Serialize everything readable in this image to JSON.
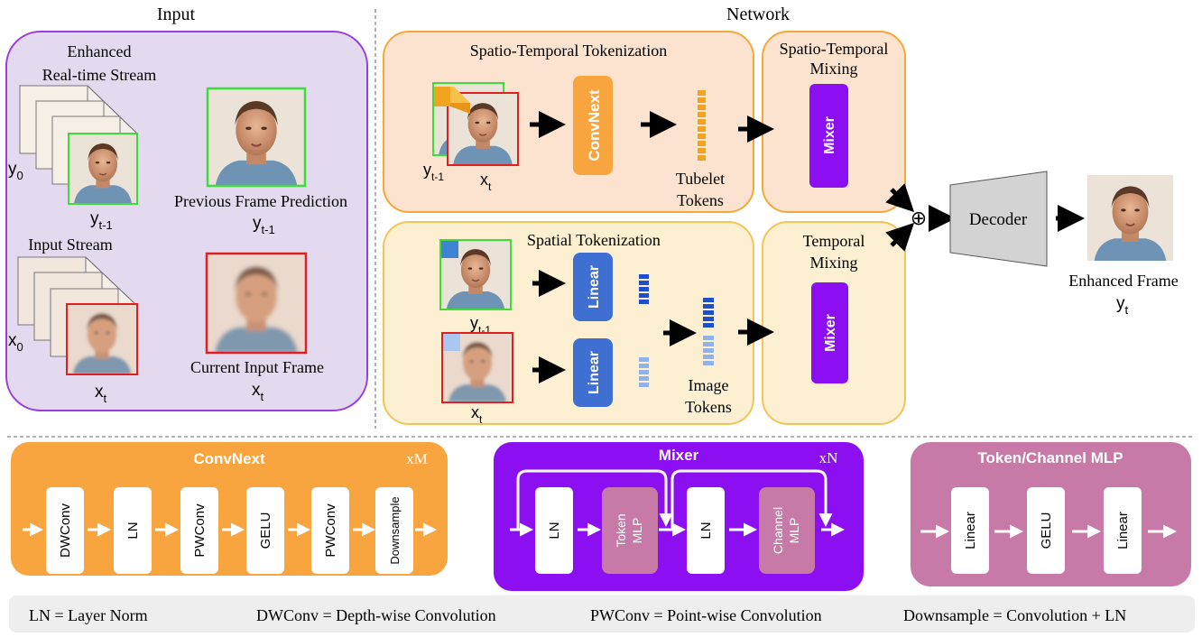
{
  "input": {
    "title": "Input",
    "enhanced_stream": {
      "line1": "Enhanced",
      "line2": "Real-time Stream",
      "start": "y",
      "start_sub": "0",
      "end": "y",
      "end_sub": "t-1"
    },
    "prev_pred": {
      "label": "Previous Frame Prediction",
      "sym": "y",
      "sub": "t-1"
    },
    "input_stream": {
      "label": "Input Stream",
      "start": "x",
      "start_sub": "0",
      "end": "x",
      "end_sub": "t"
    },
    "current": {
      "label": "Current Input Frame",
      "sym": "x",
      "sub": "t"
    }
  },
  "network": {
    "title": "Network",
    "st_token": {
      "title": "Spatio-Temporal Tokenization",
      "module": "ConvNext",
      "y": "y",
      "y_sub": "t-1",
      "x": "x",
      "x_sub": "t",
      "tokens1": "Tubelet",
      "tokens2": "Tokens"
    },
    "s_token": {
      "title": "Spatial Tokenization",
      "module1": "Linear",
      "module2": "Linear",
      "y": "y",
      "y_sub": "t-1",
      "x": "x",
      "x_sub": "t",
      "tokens1": "Image",
      "tokens2": "Tokens"
    },
    "st_mix": {
      "line1": "Spatio-Temporal",
      "line2": "Mixing",
      "module": "Mixer"
    },
    "t_mix": {
      "line1": "Temporal",
      "line2": "Mixing",
      "module": "Mixer"
    },
    "plus": "⊕",
    "decoder": "Decoder",
    "output": {
      "label": "Enhanced Frame",
      "sym": "y",
      "sub": "t"
    }
  },
  "convnext": {
    "title": "ConvNext",
    "repeat": "xM",
    "blocks": [
      "DWConv",
      "LN",
      "PWConv",
      "GELU",
      "PWConv",
      "Downsample"
    ]
  },
  "mixer": {
    "title": "Mixer",
    "repeat": "xN",
    "ln1": "LN",
    "token_mlp": [
      "Token",
      "MLP"
    ],
    "ln2": "LN",
    "channel_mlp": [
      "Channel",
      "MLP"
    ]
  },
  "mlp": {
    "title": "Token/Channel MLP",
    "blocks": [
      "Linear",
      "GELU",
      "Linear"
    ]
  },
  "legend": [
    "LN = Layer Norm",
    "DWConv = Depth-wise Convolution",
    "PWConv = Point-wise Convolution",
    "Downsample = Convolution + LN"
  ],
  "colors": {
    "input_panel": "#e4daf0",
    "input_border": "#9a3fdc",
    "st_panel": "#fbe3cf",
    "st_border": "#f4a83c",
    "s_panel": "#fdf0d2",
    "s_border": "#f2c45a",
    "orange": "#f8a540",
    "purple": "#8c0ff2",
    "mauve": "#c77aa8",
    "blue": "#3f6fd1",
    "green": "#3ddc3d",
    "red": "#e02020",
    "legend_bg": "#eeeeee"
  }
}
